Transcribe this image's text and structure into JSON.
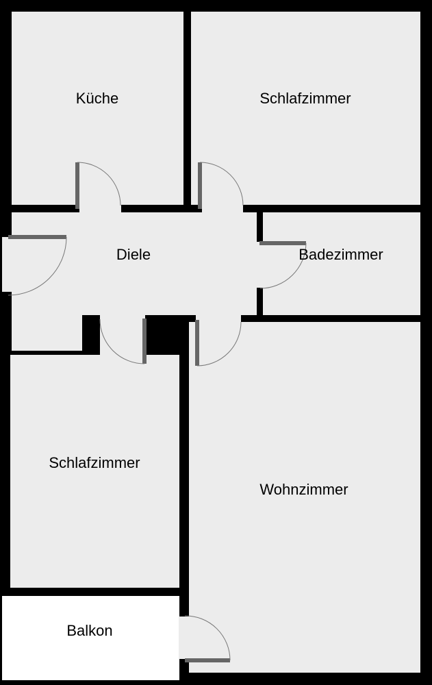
{
  "rooms": {
    "kitchen": "Küche",
    "bedroom_top": "Schlafzimmer",
    "hallway": "Diele",
    "bathroom": "Badezimmer",
    "bedroom_bottom": "Schlafzimmer",
    "living_room": "Wohnzimmer",
    "balcony": "Balkon"
  },
  "colors": {
    "wall": "#000000",
    "floor": "#ececec",
    "door": "#666666",
    "balcony": "#ffffff"
  }
}
